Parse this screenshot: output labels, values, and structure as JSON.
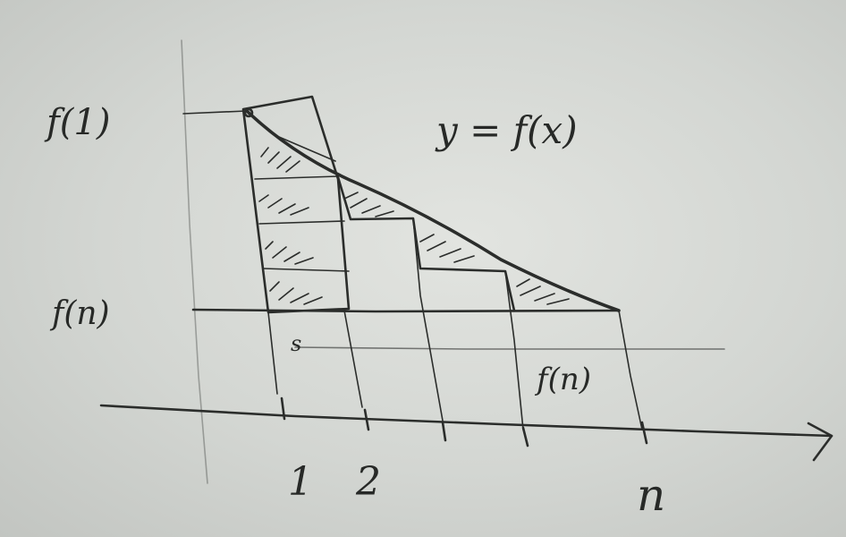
{
  "labels": {
    "f_1": "f(1)",
    "f_n_left": "f(n)",
    "curve": "y = f(x)",
    "f_n_right": "f(n)",
    "small_s": "s",
    "tick_1": "1",
    "tick_2": "2",
    "tick_n": "n"
  },
  "colors": {
    "ink": "#2b2d2b",
    "board": "#d6d8d4"
  }
}
